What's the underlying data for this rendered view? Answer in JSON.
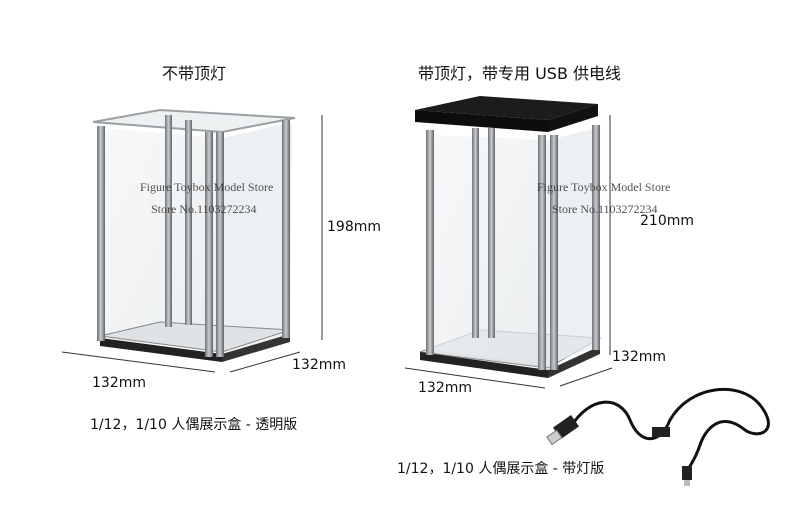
{
  "left_product": {
    "title": "不带顶灯",
    "height_label": "198mm",
    "width_label": "132mm",
    "depth_label": "132mm",
    "caption": "1/12，1/10 人偶展示盒 - 透明版"
  },
  "right_product": {
    "title": "带顶灯，带专用 USB 供电线",
    "height_label": "210mm",
    "width_label": "132mm",
    "depth_label": "132mm",
    "caption": "1/12，1/10 人偶展示盒 - 带灯版"
  },
  "watermark": {
    "line1": "Figure Toybox Model Store",
    "line2": "Store No.1103272234"
  },
  "colors": {
    "acrylic": "#e8ecee",
    "rod": "#8a8f93",
    "top_plate": "#1c1c1c"
  }
}
